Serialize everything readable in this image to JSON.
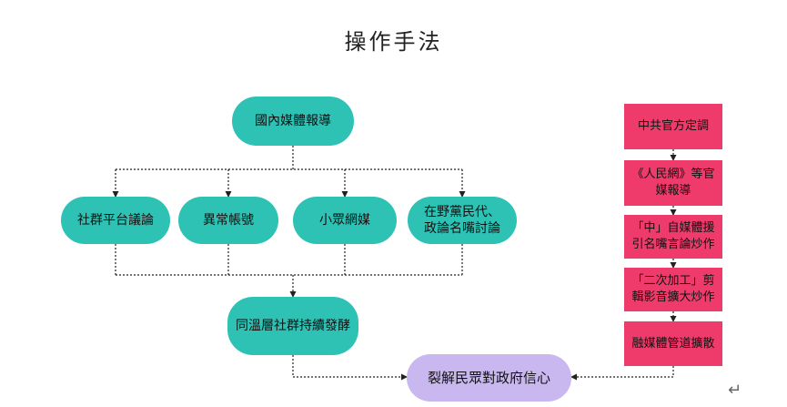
{
  "title": "操作手法",
  "colors": {
    "teal": "#2ec2b5",
    "pink": "#ef3b6b",
    "purple": "#c9b8ef",
    "connector": "#222222"
  },
  "nodes": {
    "domestic_media": "國內媒體報導",
    "social_platform": "社群平台議論",
    "abnormal_accounts": "異常帳號",
    "small_media": "小眾網媒",
    "opposition": "在野黨民代、政論名嘴討論",
    "echo_chamber": "同溫層社群持續發酵",
    "result": "裂解民眾對政府信心"
  },
  "chain": [
    "中共官方定調",
    "《人民網》等官媒報導",
    "「中」自媒體援引名嘴言論炒作",
    "「二次加工」剪輯影音擴大炒作",
    "融媒體管道擴散"
  ],
  "icons": {
    "return": "return-arrow-icon"
  }
}
